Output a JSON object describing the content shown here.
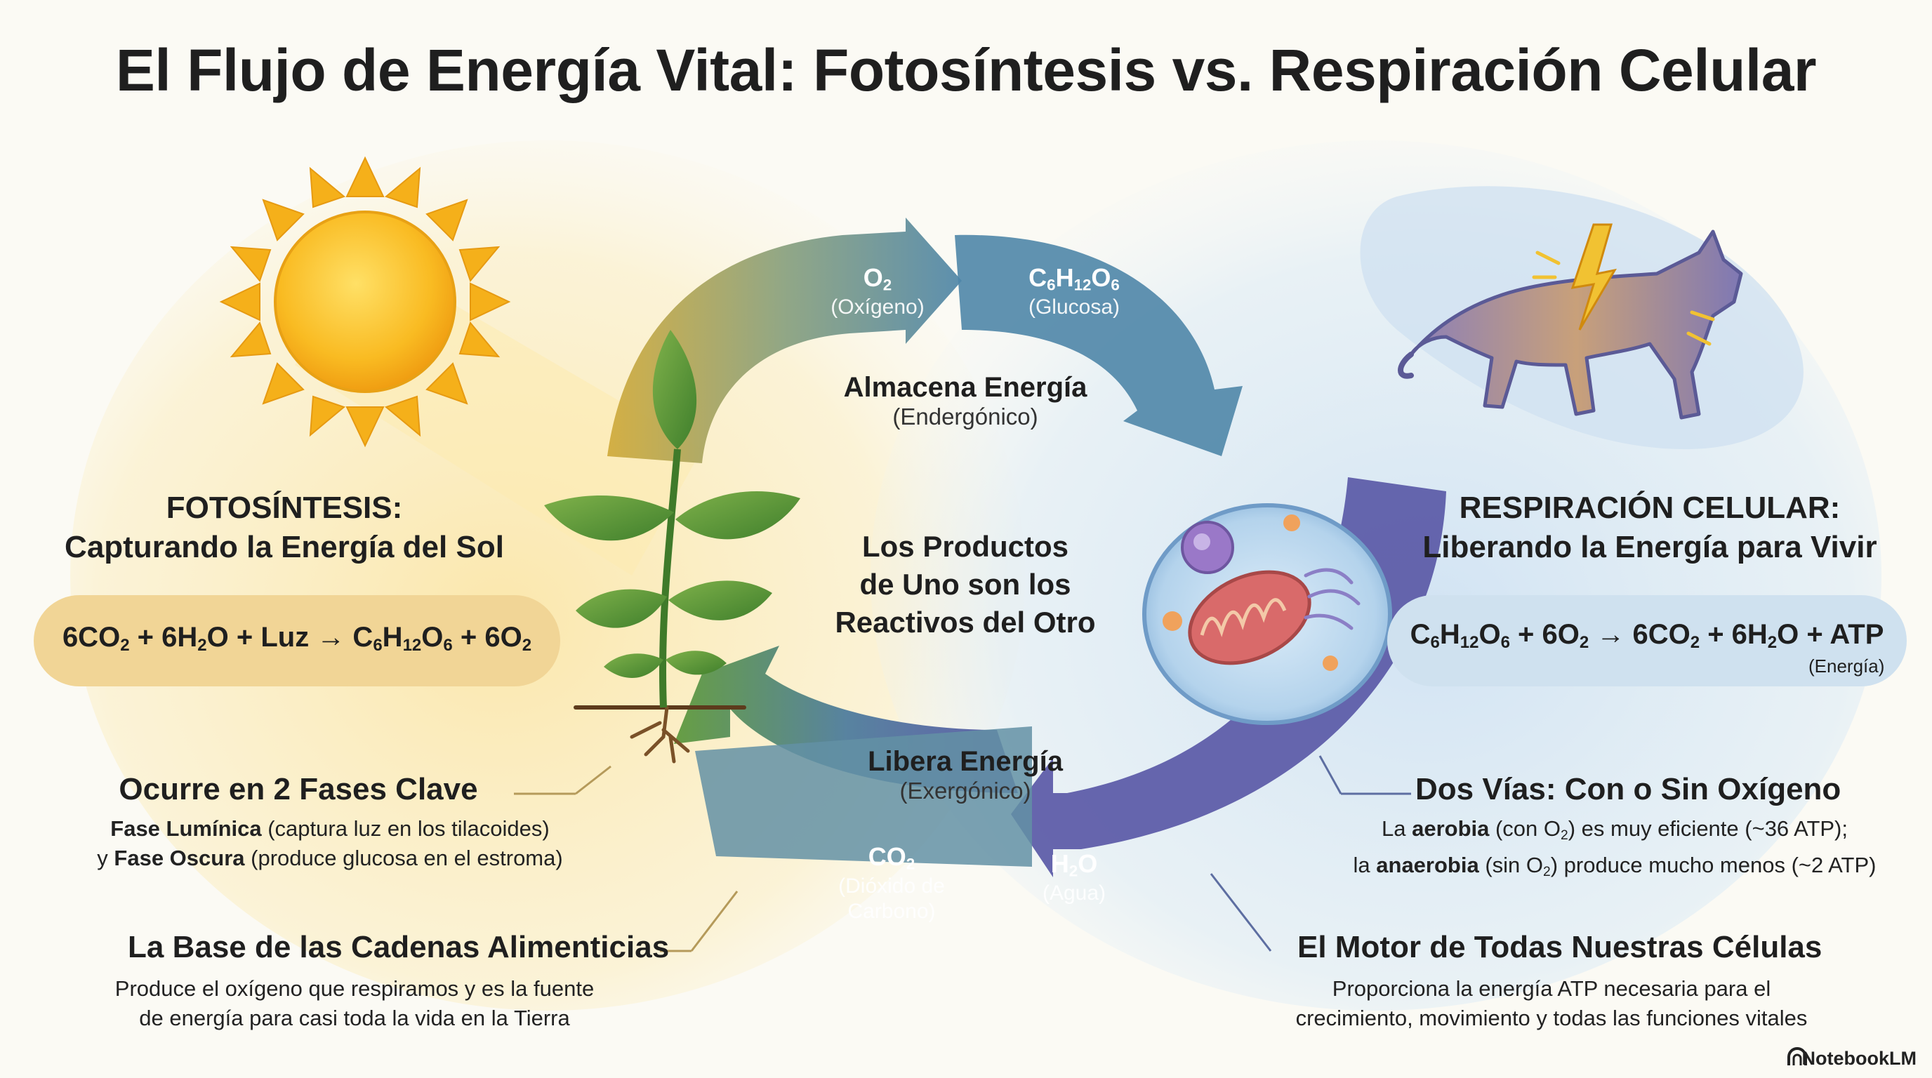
{
  "title": "El Flujo de Energía Vital: Fotosíntesis vs. Respiración Celular",
  "left": {
    "heading_line1": "FOTOSÍNTESIS:",
    "heading_line2": "Capturando la Energía del Sol",
    "equation": {
      "a": "6CO",
      "a_sub": "2",
      "b": " + 6H",
      "b_sub": "2",
      "c": "O + Luz ",
      "arrow": "→",
      "d": " C",
      "d_sub1": "6",
      "e": "H",
      "e_sub": "12",
      "f": "O",
      "f_sub": "6",
      "g": " + 6O",
      "g_sub": "2"
    },
    "feature1": {
      "heading": "Ocurre en 2 Fases Clave",
      "l1_bold": "Fase Lumínica",
      "l1_rest": " (captura luz en los tilacoides)",
      "l2_pre": "y ",
      "l2_bold": "Fase Oscura",
      "l2_rest": " (produce glucosa en el estroma)"
    },
    "feature2": {
      "heading": "La Base de las Cadenas Alimenticias",
      "line1": "Produce el oxígeno que respiramos y es la fuente",
      "line2": "de energía para casi toda la vida en la Tierra"
    }
  },
  "right": {
    "heading_line1": "RESPIRACIÓN CELULAR:",
    "heading_line2": "Liberando la Energía para Vivir",
    "equation": {
      "a": "C",
      "a_sub": "6",
      "b": "H",
      "b_sub": "12",
      "c": "O",
      "c_sub": "6",
      "d": " + 6O",
      "d_sub": "2",
      "arrow": "→",
      "e": " 6CO",
      "e_sub": "2",
      "f": " + 6H",
      "f_sub": "2",
      "g": "O + ATP",
      "note": "(Energía)"
    },
    "feature1": {
      "heading": "Dos Vías: Con o Sin Oxígeno",
      "l1_pre": "La ",
      "l1_bold": "aerobia",
      "l1_mid": " (con O",
      "l1_sub": "2",
      "l1_rest": ") es muy eficiente (~36 ATP);",
      "l2_pre": "la ",
      "l2_bold": "anaerobia",
      "l2_mid": " (sin O",
      "l2_sub": "2",
      "l2_rest": ") produce mucho menos (~2 ATP)"
    },
    "feature2": {
      "heading": "El Motor de Todas Nuestras Células",
      "line1": "Proporciona la energía ATP necesaria para el",
      "line2": "crecimiento, movimiento y todas las funciones vitales"
    }
  },
  "center": {
    "top_label": "Almacena Energía",
    "top_sub": "(Endergónico)",
    "middle_l1": "Los Productos",
    "middle_l2": "de Uno son los",
    "middle_l3": "Reactivos del Otro",
    "bottom_label": "Libera Energía",
    "bottom_sub": "(Exergónico)"
  },
  "arrows": {
    "o2": {
      "formula": "O",
      "sub": "2",
      "name": "(Oxígeno)"
    },
    "glucose": {
      "f1": "C",
      "s1": "6",
      "f2": "H",
      "s2": "12",
      "f3": "O",
      "s3": "6",
      "name": "(Glucosa)"
    },
    "co2": {
      "formula": "CO",
      "sub": "2",
      "name1": "(Dióxido de",
      "name2": "Carbono)"
    },
    "h2o": {
      "f1": "H",
      "sub": "2",
      "f2": "O",
      "name": "(Agua)"
    }
  },
  "brand": {
    "name": "NotebookLM",
    "icon": "notebooklm-logo-icon"
  },
  "icons": [
    "sun-icon",
    "plant-icon",
    "cell-icon",
    "mitochondria-icon",
    "cat-icon",
    "lightning-icon"
  ],
  "colors": {
    "sun": "#f6b21c",
    "arrow_gold": "#c9a53a",
    "arrow_teal": "#4e86a3",
    "arrow_purple": "#5b5aa3",
    "arrow_green": "#5e9a3e",
    "cell_blue": "#9fc6e6"
  }
}
